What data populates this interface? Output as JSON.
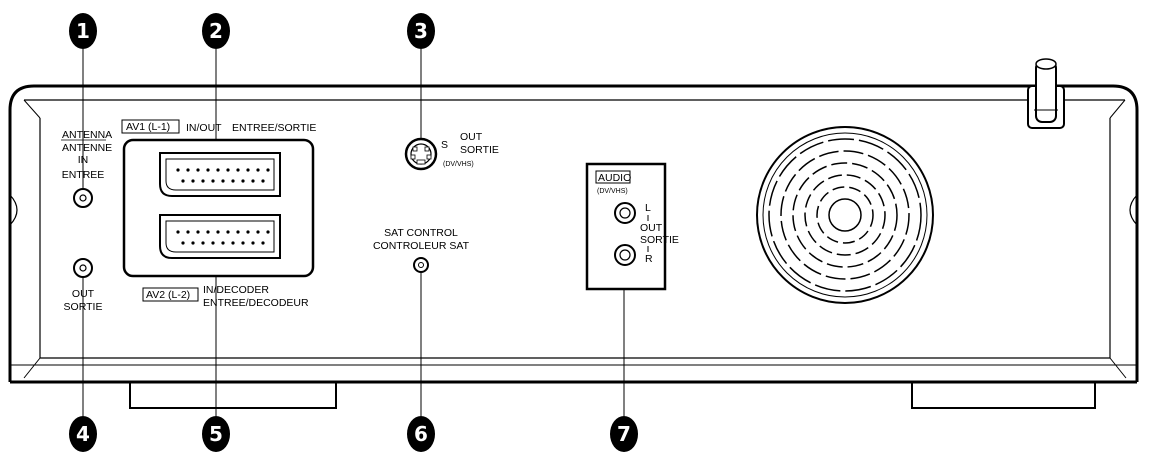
{
  "callouts": [
    "1",
    "2",
    "3",
    "4",
    "5",
    "6",
    "7"
  ],
  "antenna_in": {
    "line1": "ANTENNA",
    "line2": "ANTENNE",
    "line3": "IN",
    "line4": "ENTREE"
  },
  "antenna_out": {
    "line1": "OUT",
    "line2": "SORTIE"
  },
  "av1": {
    "box": "AV1 (L-1)",
    "label": "IN/OUT",
    "label_fr": "ENTREE/SORTIE"
  },
  "av2": {
    "box": "AV2 (L-2)",
    "label": "IN/DECODER",
    "label_fr": "ENTREE/DECODEUR"
  },
  "s_video": {
    "letter": "S",
    "line1": "OUT",
    "line2": "SORTIE",
    "sub": "(DV/VHS)"
  },
  "sat": {
    "line1": "SAT CONTROL",
    "line2": "CONTROLEUR SAT"
  },
  "audio": {
    "box": "AUDIO",
    "sub": "(DV/VHS)",
    "left": "L",
    "out": "OUT",
    "sortie": "SORTIE",
    "right": "R"
  }
}
